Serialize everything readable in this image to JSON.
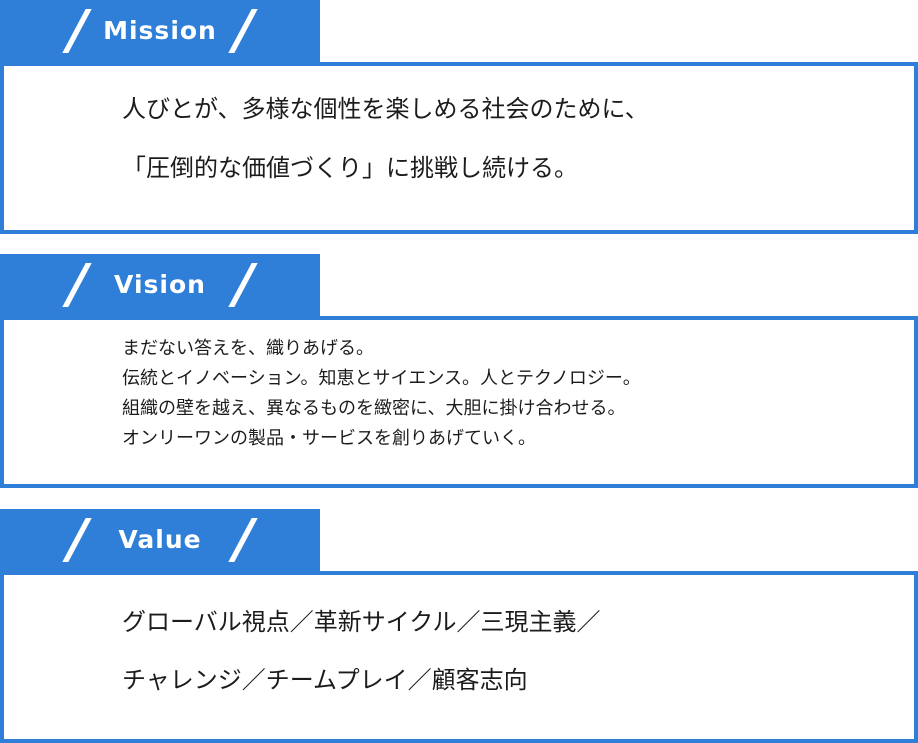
{
  "mission": {
    "label": "Mission",
    "lines": [
      "人びとが、多様な個性を楽しめる社会のために、",
      "「圧倒的な価値づくり」に挑戦し続ける。"
    ]
  },
  "vision": {
    "label": "Vision",
    "lines": [
      "まだない答えを、織りあげる。",
      "伝統とイノベーション。知恵とサイエンス。人とテクノロジー。",
      "組織の壁を越え、異なるものを緻密に、大胆に掛け合わせる。",
      "オンリーワンの製品・サービスを創りあげていく。"
    ]
  },
  "value": {
    "label": "Value",
    "lines": [
      "グローバル視点／革新サイクル／三現主義／",
      "チャレンジ／チームプレイ／顧客志向"
    ]
  },
  "colors": {
    "accent": "#2f7fd8",
    "text": "#1c1c1c",
    "background": "#ffffff"
  }
}
